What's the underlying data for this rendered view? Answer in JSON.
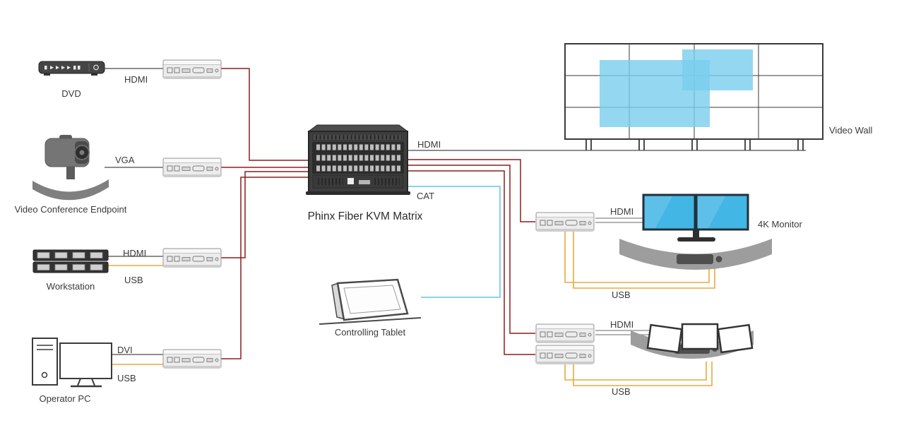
{
  "title": "Phinx Fiber KVM Matrix",
  "labels": {
    "dvd": "DVD",
    "dvd_cable": "HDMI",
    "video_conference": "Video Conference Endpoint",
    "video_conference_cable": "VGA",
    "workstation": "Workstation",
    "workstation_video_cable": "HDMI",
    "workstation_usb_cable": "USB",
    "operator_pc": "Operator PC",
    "operator_pc_video_cable": "DVI",
    "operator_pc_usb_cable": "USB",
    "matrix": "Phinx Fiber KVM Matrix",
    "matrix_wall_cable": "HDMI",
    "matrix_cat_cable": "CAT",
    "tablet": "Controlling Tablet",
    "video_wall": "Video Wall",
    "monitor_4k": "4K Monitor",
    "monitor_4k_cable": "HDMI",
    "monitor_4k_usb": "USB",
    "control_desk_cable": "HDMI",
    "control_desk_usb": "USB"
  },
  "colors": {
    "fiber_link": "#8e1b1b",
    "usb_cable": "#eaa83e",
    "cat_cable": "#58c8e8",
    "hdmi_cable": "#4a4a4a",
    "monitor_screen": "#42b6e4",
    "wall_window": "#79cdee"
  }
}
